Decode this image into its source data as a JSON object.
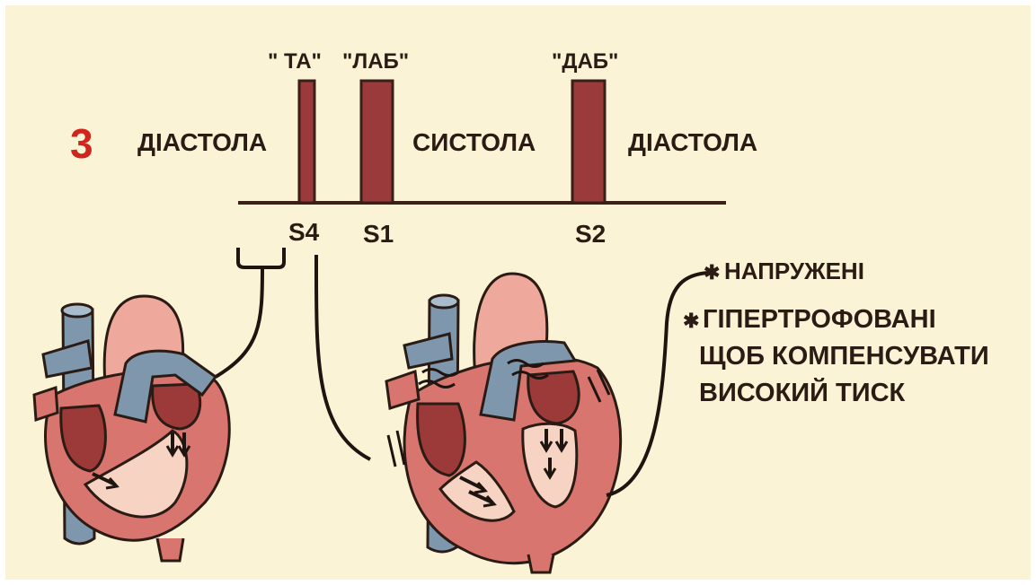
{
  "step_number": "3",
  "phases": {
    "diastole_left": "ДІАСТОЛА",
    "systole": "СИСТОЛА",
    "diastole_right": "ДІАСТОЛА"
  },
  "sounds": [
    {
      "label": "S4",
      "onomatopoeia": "\" ТА\""
    },
    {
      "label": "S1",
      "onomatopoeia": "\"ЛАБ\""
    },
    {
      "label": "S2",
      "onomatopoeia": "\"ДАБ\""
    }
  ],
  "annotation": {
    "bullet_1": "НАПРУЖЕНІ",
    "bullet_2_lines": [
      "ГІПЕРТРОФОВАНІ",
      "ЩОБ КОМПЕНСУВАТИ",
      "ВИСОКИЙ ТИСК"
    ],
    "bullet_symbol": "✱"
  },
  "colors": {
    "background": "#fbf3d5",
    "accent_number": "#d0251e",
    "bar": "#9b3a3a",
    "heart_muscle": "#d9756f",
    "heart_inner": "#f6d3c2",
    "chamber_dark": "#9c3a3a",
    "vessel_blue": "#7e97ad",
    "aorta_pink": "#eea89c"
  }
}
